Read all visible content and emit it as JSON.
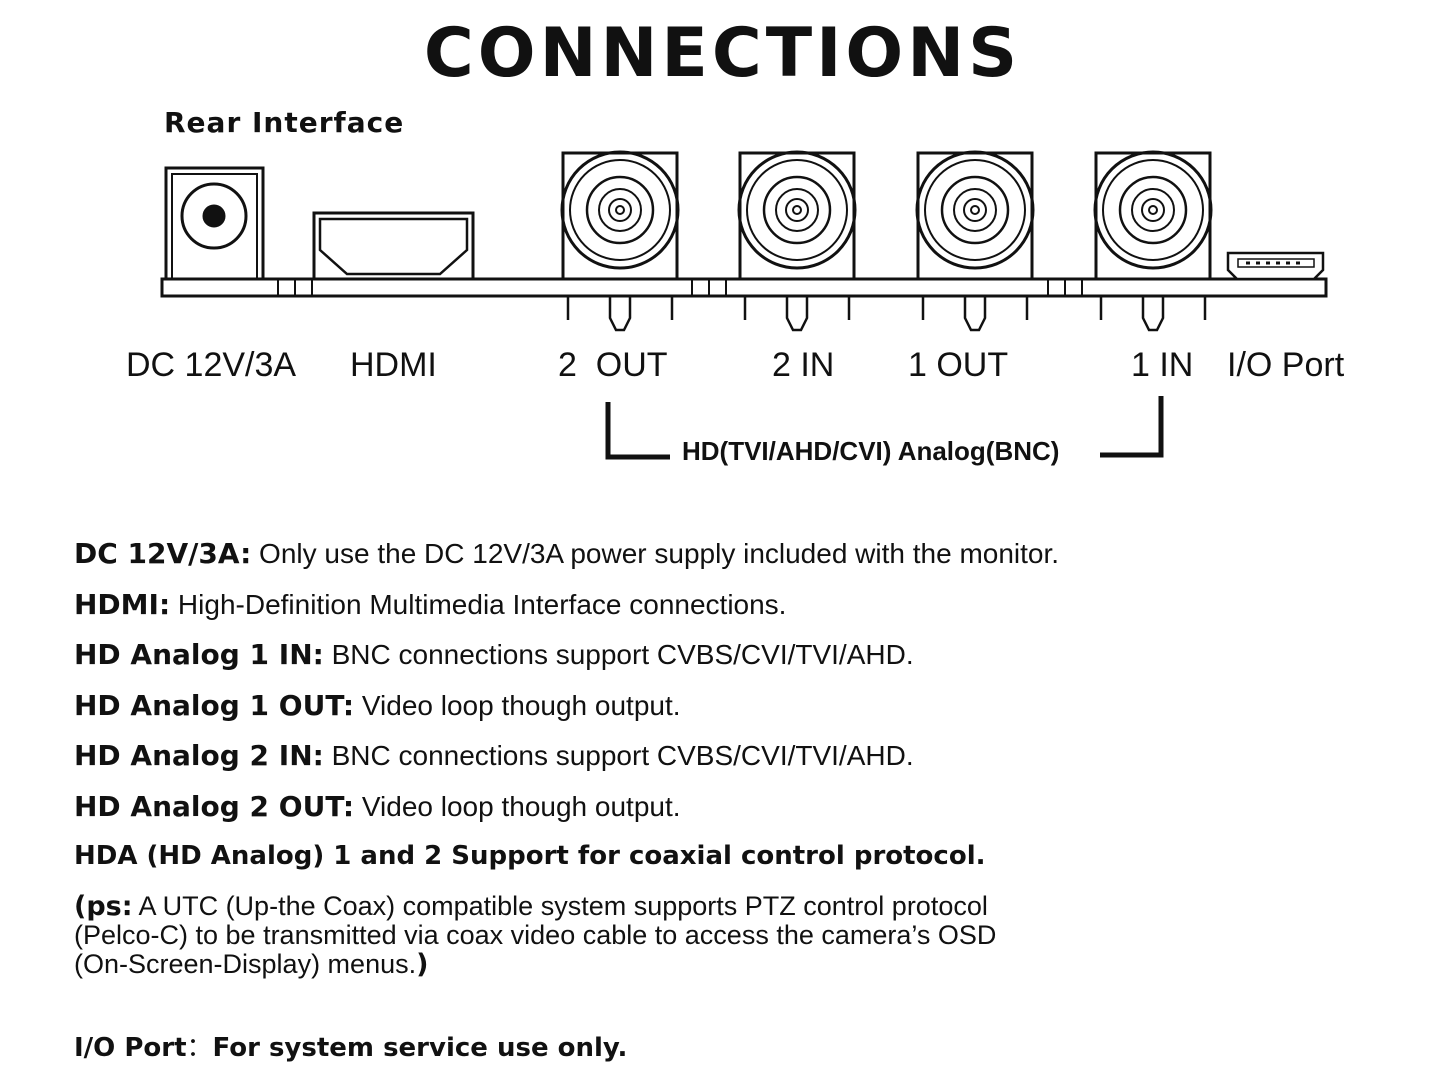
{
  "header": {
    "title": "CONNECTIONS",
    "subtitle": "Rear Interface"
  },
  "ports": {
    "dc": "DC 12V/3A",
    "hdmi": "HDMI",
    "out2": "2  OUT",
    "in2": "2 IN",
    "out1": "1 OUT",
    "in1": "1 IN",
    "io": "I/O Port"
  },
  "bnc_caption": "HD(TVI/AHD/CVI) Analog(BNC)",
  "descriptions": [
    {
      "term": "DC 12V/3A:",
      "text": " Only use the DC 12V/3A power supply included with the monitor."
    },
    {
      "term": "HDMI:",
      "text": " High-Definition Multimedia Interface connections."
    },
    {
      "term": "HD Analog 1 IN:",
      "text": " BNC connections support CVBS/CVI/TVI/AHD."
    },
    {
      "term": "HD Analog 1 OUT:",
      "text": " Video loop though output."
    },
    {
      "term": "HD Analog 2 IN:",
      "text": " BNC connections support CVBS/CVI/TVI/AHD."
    },
    {
      "term": "HD Analog 2 OUT:",
      "text": " Video loop though output."
    }
  ],
  "hda_line": "HDA (HD Analog) 1 and 2 Support for coaxial control protocol.",
  "note": {
    "term": "(ps:",
    "text": " A UTC (Up-the Coax) compatible system supports  PTZ control protocol (Pelco-C) to be transmitted via coax video cable to access the camera’s OSD (On-Screen-Display) menus.",
    "close": ")"
  },
  "io_port": {
    "term": "I/O Port",
    "sep": "：",
    "text": "For system service use only."
  }
}
